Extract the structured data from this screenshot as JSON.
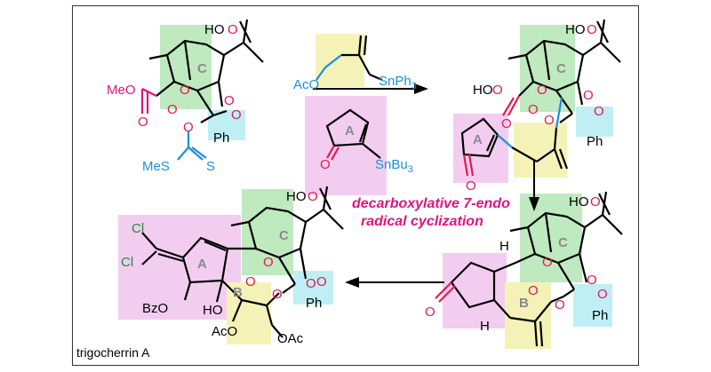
{
  "colors": {
    "oxygen": "#e5184f",
    "ester": "#e0137f",
    "blue": "#1b8fe0",
    "chlorine": "#1e8a3e",
    "black": "#000000",
    "green_box": "#bfe9bf",
    "cyan_box": "#bfeff5",
    "pink_box": "#f3cdf0",
    "yellow_box": "#f5f2b8",
    "ring_label": "#8a8a8a"
  },
  "reaction": {
    "caption_line1": "decarboxylative 7-endo",
    "caption_line2": "radical cyclization"
  },
  "reagents": {
    "stannane_ac": "AcO",
    "stannane_tin": "SnPh",
    "stannane_sub": "3",
    "enone_tin": "SnBu",
    "enone_sub": "3"
  },
  "starting_material": {
    "ho": "HO",
    "meo": "MeO",
    "ph": "Ph",
    "mes": "MeS",
    "s": "S"
  },
  "intermediate": {
    "ho_top": "HO",
    "ho_acid": "HO",
    "ph": "Ph"
  },
  "cyclized": {
    "ho": "HO",
    "h1": "H",
    "h2": "H",
    "ph": "Ph"
  },
  "product": {
    "name": "trigocherrin A",
    "ho_top": "HO",
    "cl1": "Cl",
    "cl2": "Cl",
    "bzo": "BzO",
    "ho_mid": "HO",
    "aco1": "AcO",
    "oac": "OAc",
    "ph": "Ph"
  },
  "ring_labels": {
    "A": "A",
    "B": "B",
    "C": "C"
  },
  "atoms": {
    "o": "O"
  }
}
